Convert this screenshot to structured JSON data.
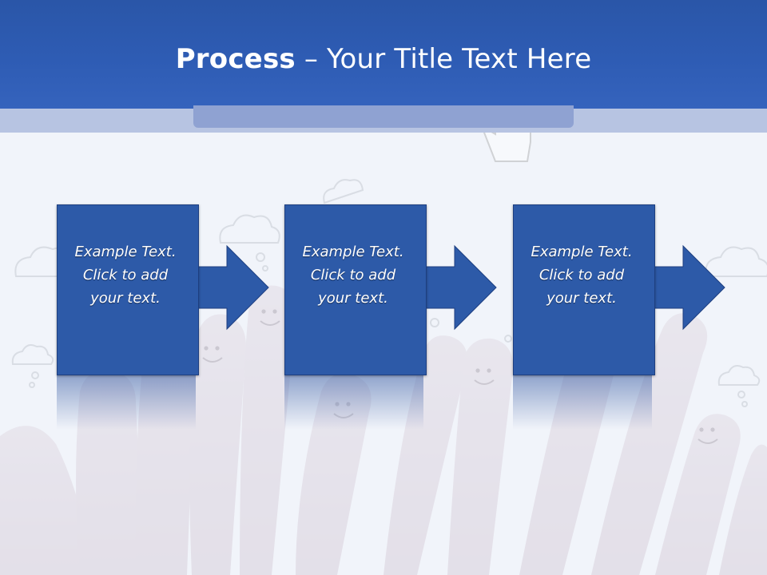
{
  "slide": {
    "title_bold": "Process",
    "title_rest": " – Your Title Text Here"
  },
  "steps": [
    {
      "text": "Example Text.\nClick  to add\nyour text."
    },
    {
      "text": "Example Text.\nClick  to add\nyour text."
    },
    {
      "text": "Example Text.\nClick  to add\nyour text."
    }
  ],
  "colors": {
    "header": "#2e5cb4",
    "box_fill": "#2d5aa8",
    "box_border": "#1e3f80",
    "text": "#ffffff"
  },
  "background_icons": [
    "cloud-icon",
    "hand-cursor-icon",
    "smiley-finger-icon"
  ]
}
